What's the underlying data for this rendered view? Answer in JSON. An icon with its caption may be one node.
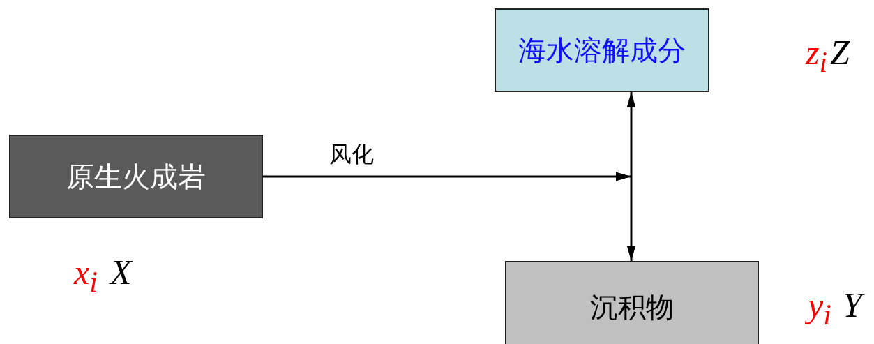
{
  "diagram": {
    "nodes": [
      {
        "text": [
          "原生火成岩"
        ],
        "beside": [
          "x$_{i}$",
          "X"
        ]
      },
      {
        "text": [
          "海水溶解成分"
        ],
        "beside": [
          "z$_{i}$",
          "Z"
        ]
      },
      {
        "text": [
          "沉积物"
        ],
        "beside": [
          "y$_{i}$",
          "Y"
        ]
      }
    ],
    "edges": [
      {
        "from": 0,
        "to": null,
        "arrow": "to",
        "label": "风化"
      },
      {
        "from": 1,
        "to": 2,
        "arrow": "both"
      }
    ]
  }
}
